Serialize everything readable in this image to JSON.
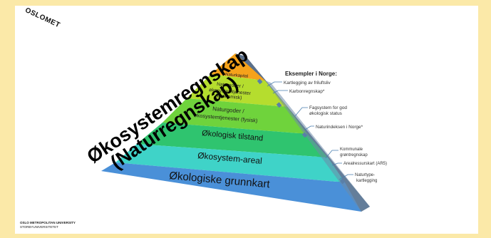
{
  "logo": {
    "top_text": "OSLOMET",
    "bottom_line1": "OSLO METROPOLITAN UNIVERSITY",
    "bottom_line2": "STORBYUNIVERSITETET"
  },
  "title": {
    "line1": "Økosystemregnskap",
    "line2": "(Naturregnskap)"
  },
  "pyramid": {
    "tier1": "Naturkapital",
    "tier2_line1": "Naturgoder /",
    "tier2_line2": "økosystemtjenester",
    "tier2_line3": "(økonomisk)",
    "tier3_line1": "Naturgoder /",
    "tier3_line2": "økosystemtjenester (fysisk)",
    "tier4": "Økologisk tilstand",
    "tier5": "Økosystem-areal",
    "tier6": "Økologiske grunnkart"
  },
  "examples": {
    "heading": "Eksempler i Norge:",
    "ex1": "Kartlegging av friluftsliv",
    "ex2": "Karbonregnskap*",
    "ex3_line1": "Fagsystem for god",
    "ex3_line2": "økologisk status",
    "ex4": "Naturindeksen i Norge*",
    "ex5_line1": "Kommunale",
    "ex5_line2": "grøntregnskap",
    "ex6": "Arealressurskart (AR5)",
    "ex7_line1": "Naturtype-",
    "ex7_line2": "kartlegging"
  },
  "colors": {
    "background": "#fbe9a8",
    "tier1": "#f5a21a",
    "tier2": "#b5dd2e",
    "tier3": "#6fd33c",
    "tier4": "#2fc46f",
    "tier5": "#3fd3c8",
    "tier6": "#4a90d8"
  }
}
